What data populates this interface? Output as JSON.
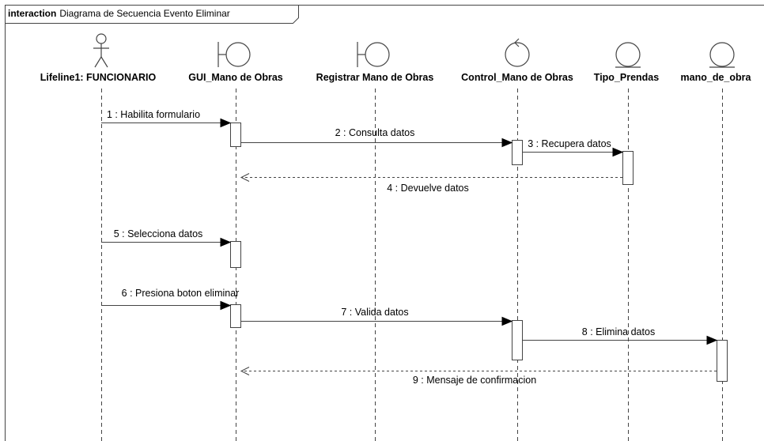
{
  "frame": {
    "keyword": "interaction",
    "title": "Diagrama de Secuencia Evento Eliminar"
  },
  "lifelines": [
    {
      "id": "funcionario",
      "name": "Lifeline1: FUNCIONARIO",
      "icon": "actor-icon"
    },
    {
      "id": "gui",
      "name": "GUI_Mano de Obras",
      "icon": "boundary-icon"
    },
    {
      "id": "registrar",
      "name": "Registrar Mano de Obras",
      "icon": "boundary-icon"
    },
    {
      "id": "control",
      "name": "Control_Mano de Obras",
      "icon": "control-icon"
    },
    {
      "id": "tipo",
      "name": "Tipo_Prendas",
      "icon": "entity-icon"
    },
    {
      "id": "mano",
      "name": "mano_de_obra",
      "icon": "entity-icon"
    }
  ],
  "messages": [
    {
      "label": "1 : Habilita formulario",
      "from": "funcionario",
      "to": "gui",
      "kind": "sync"
    },
    {
      "label": "2 : Consulta datos",
      "from": "gui",
      "to": "control",
      "kind": "sync"
    },
    {
      "label": "3 : Recupera datos",
      "from": "control",
      "to": "tipo",
      "kind": "sync"
    },
    {
      "label": "4 : Devuelve datos",
      "from": "tipo",
      "to": "gui",
      "kind": "reply"
    },
    {
      "label": "5 : Selecciona datos",
      "from": "funcionario",
      "to": "gui",
      "kind": "sync"
    },
    {
      "label": "6 : Presiona boton eliminar",
      "from": "funcionario",
      "to": "gui",
      "kind": "sync"
    },
    {
      "label": "7 : Valida datos",
      "from": "gui",
      "to": "control",
      "kind": "sync"
    },
    {
      "label": "8 : Elimina datos",
      "from": "control",
      "to": "mano",
      "kind": "sync"
    },
    {
      "label": "9 : Mensaje de confirmacion",
      "from": "mano",
      "to": "gui",
      "kind": "reply"
    }
  ]
}
